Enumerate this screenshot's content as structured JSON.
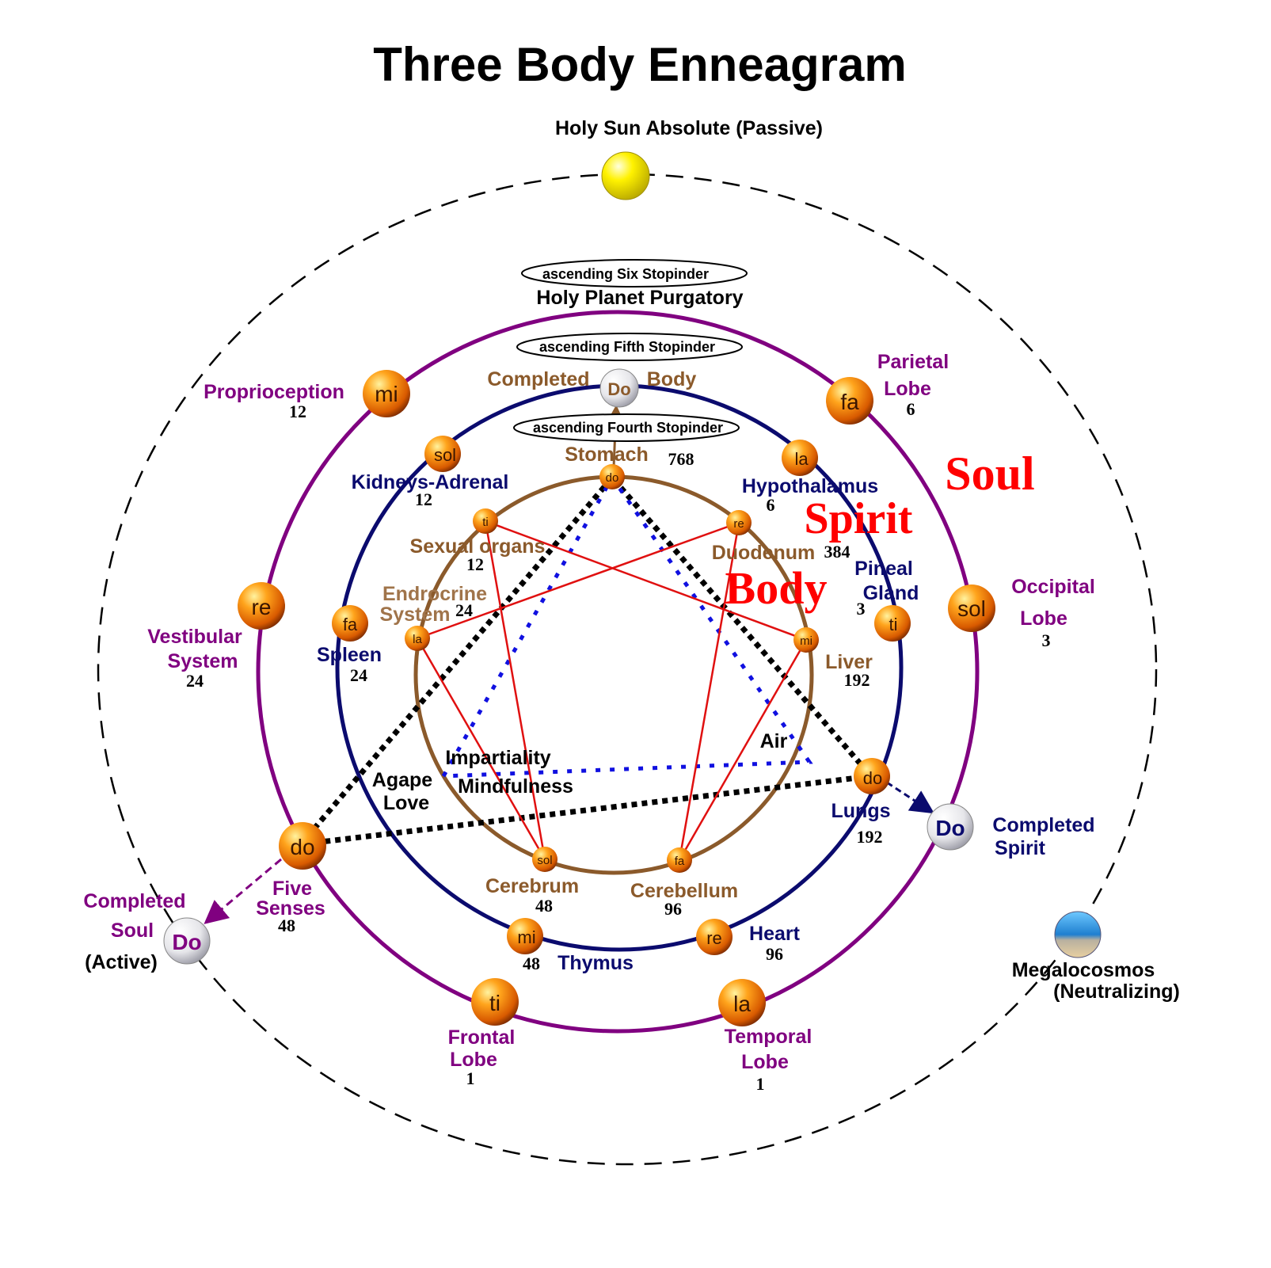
{
  "title": "Three Body Enneagram",
  "colors": {
    "soul": "#800080",
    "spirit": "#0b0b6e",
    "body": "#8b5a2b",
    "red": "#ff0000",
    "lines": "#e01010",
    "dotted_black": "#000000",
    "dotted_blue": "#1010e0"
  },
  "top_labels": {
    "holy_sun": "Holy Sun Absolute (Passive)",
    "six_stopinder": "ascending Six Stopinder",
    "purgatory": "Holy Planet Purgatory",
    "fifth_stopinder": "ascending Fifth Stopinder",
    "fourth_stopinder": "ascending Fourth Stopinder",
    "completed": "Completed",
    "body_word": "Body"
  },
  "big_words": {
    "soul": "Soul",
    "spirit": "Spirit",
    "body": "Body"
  },
  "outer_spheres": {
    "megalocosmos_1": "Megalocosmos",
    "megalocosmos_2": "(Neutralizing)"
  },
  "completed_soul": {
    "line1": "Completed",
    "line2": "Soul",
    "line3": "(Active)",
    "note": "Do"
  },
  "completed_spirit": {
    "line1": "Completed",
    "line2": "Spirit",
    "note": "Do"
  },
  "completed_body": {
    "note": "Do"
  },
  "soul_nodes": [
    {
      "note": "mi",
      "label": [
        "Proprioception"
      ],
      "num": "12"
    },
    {
      "note": "fa",
      "label": [
        "Parietal",
        "Lobe"
      ],
      "num": "6"
    },
    {
      "note": "sol",
      "label": [
        "Occipital",
        "Lobe"
      ],
      "num": "3"
    },
    {
      "note": "la",
      "label": [
        "Temporal",
        "Lobe"
      ],
      "num": "1"
    },
    {
      "note": "ti",
      "label": [
        "Frontal",
        "Lobe"
      ],
      "num": "1"
    },
    {
      "note": "do",
      "label": [
        "Five",
        "Senses"
      ],
      "num": "48"
    },
    {
      "note": "re",
      "label": [
        "Vestibular",
        "System"
      ],
      "num": "24"
    }
  ],
  "spirit_nodes": [
    {
      "note": "sol",
      "label": "Kidneys-Adrenal",
      "num": "12"
    },
    {
      "note": "la",
      "label": "Hypothalamus",
      "num": "6"
    },
    {
      "note": "ti",
      "label": [
        "Pineal",
        "Gland"
      ],
      "num": "3"
    },
    {
      "note": "do",
      "label": "Lungs",
      "num": "192"
    },
    {
      "note": "re",
      "label": "Heart",
      "num": "96"
    },
    {
      "note": "mi",
      "label": "Thymus",
      "num": "48"
    },
    {
      "note": "fa",
      "label": "Spleen",
      "num": "24"
    }
  ],
  "body_nodes": [
    {
      "note": "do",
      "label": "Stomach",
      "num": "768"
    },
    {
      "note": "re",
      "label": "Duodenum",
      "num": "384"
    },
    {
      "note": "mi",
      "label": "Liver",
      "num": "192"
    },
    {
      "note": "fa",
      "label": "Cerebellum",
      "num": "96"
    },
    {
      "note": "sol",
      "label": "Cerebrum",
      "num": "48"
    },
    {
      "note": "la",
      "label": [
        "Endrocrine",
        "System"
      ],
      "num": "24"
    },
    {
      "note": "ti",
      "label": "Sexual organs",
      "num": "12"
    }
  ],
  "inner_words": {
    "impartiality": "Impartiality",
    "mindfulness": "Mindfulness",
    "agape": "Agape",
    "love": "Love",
    "air": "Air"
  }
}
